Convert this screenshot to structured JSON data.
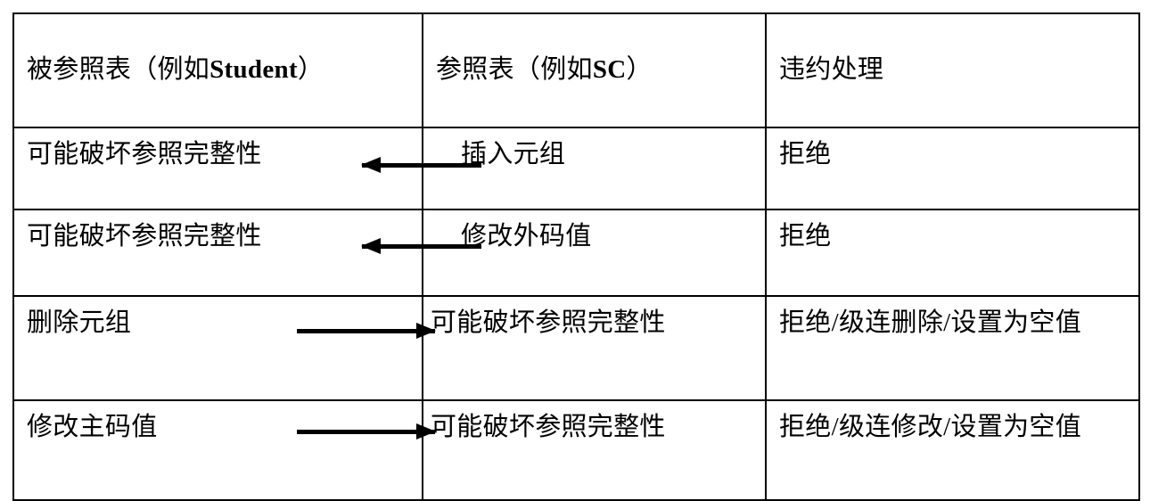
{
  "table": {
    "headers": [
      "被参照表（例如Student）",
      "参照表（例如SC）",
      "违约处理"
    ],
    "header_parts": {
      "col1_prefix": "被参照表（例如",
      "col1_latin": "Student",
      "col1_suffix": "）",
      "col2_prefix": "参照表（例如",
      "col2_latin": "SC",
      "col2_suffix": "）",
      "col3": "违约处理"
    },
    "rows": [
      {
        "referenced": "可能破坏参照完整性",
        "referencing": "插入元组",
        "action": "拒绝",
        "arrow": "left"
      },
      {
        "referenced": "可能破坏参照完整性",
        "referencing": "修改外码值",
        "action": "拒绝",
        "arrow": "left"
      },
      {
        "referenced": "删除元组",
        "referencing": "可能破坏参照完整性",
        "action": "拒绝/级连删除/设置为空值",
        "arrow": "right"
      },
      {
        "referenced": "修改主码值",
        "referencing": "可能破坏参照完整性",
        "action": "拒绝/级连修改/设置为空值",
        "arrow": "right"
      }
    ]
  },
  "colors": {
    "border": "#000000",
    "text": "#000000",
    "background": "#ffffff"
  }
}
